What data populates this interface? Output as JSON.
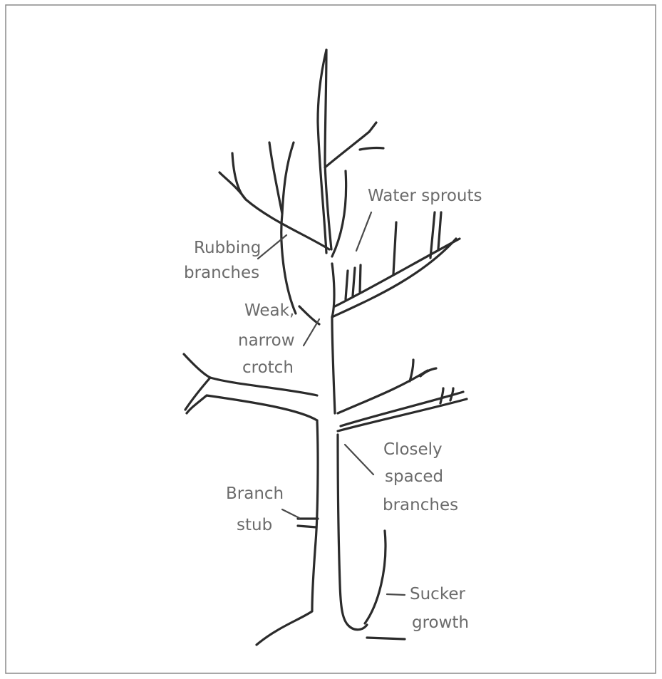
{
  "labels": {
    "water_sprouts": "Water sprouts",
    "rubbing_branches": [
      "Rubbing",
      "branches"
    ],
    "weak_crotch": [
      "Weak,",
      "narrow",
      "crotch"
    ],
    "closely_spaced": [
      "Closely",
      "spaced",
      "branches"
    ],
    "branch_stub": [
      "Branch",
      "stub"
    ],
    "sucker_growth": [
      "Sucker",
      "growth"
    ]
  }
}
